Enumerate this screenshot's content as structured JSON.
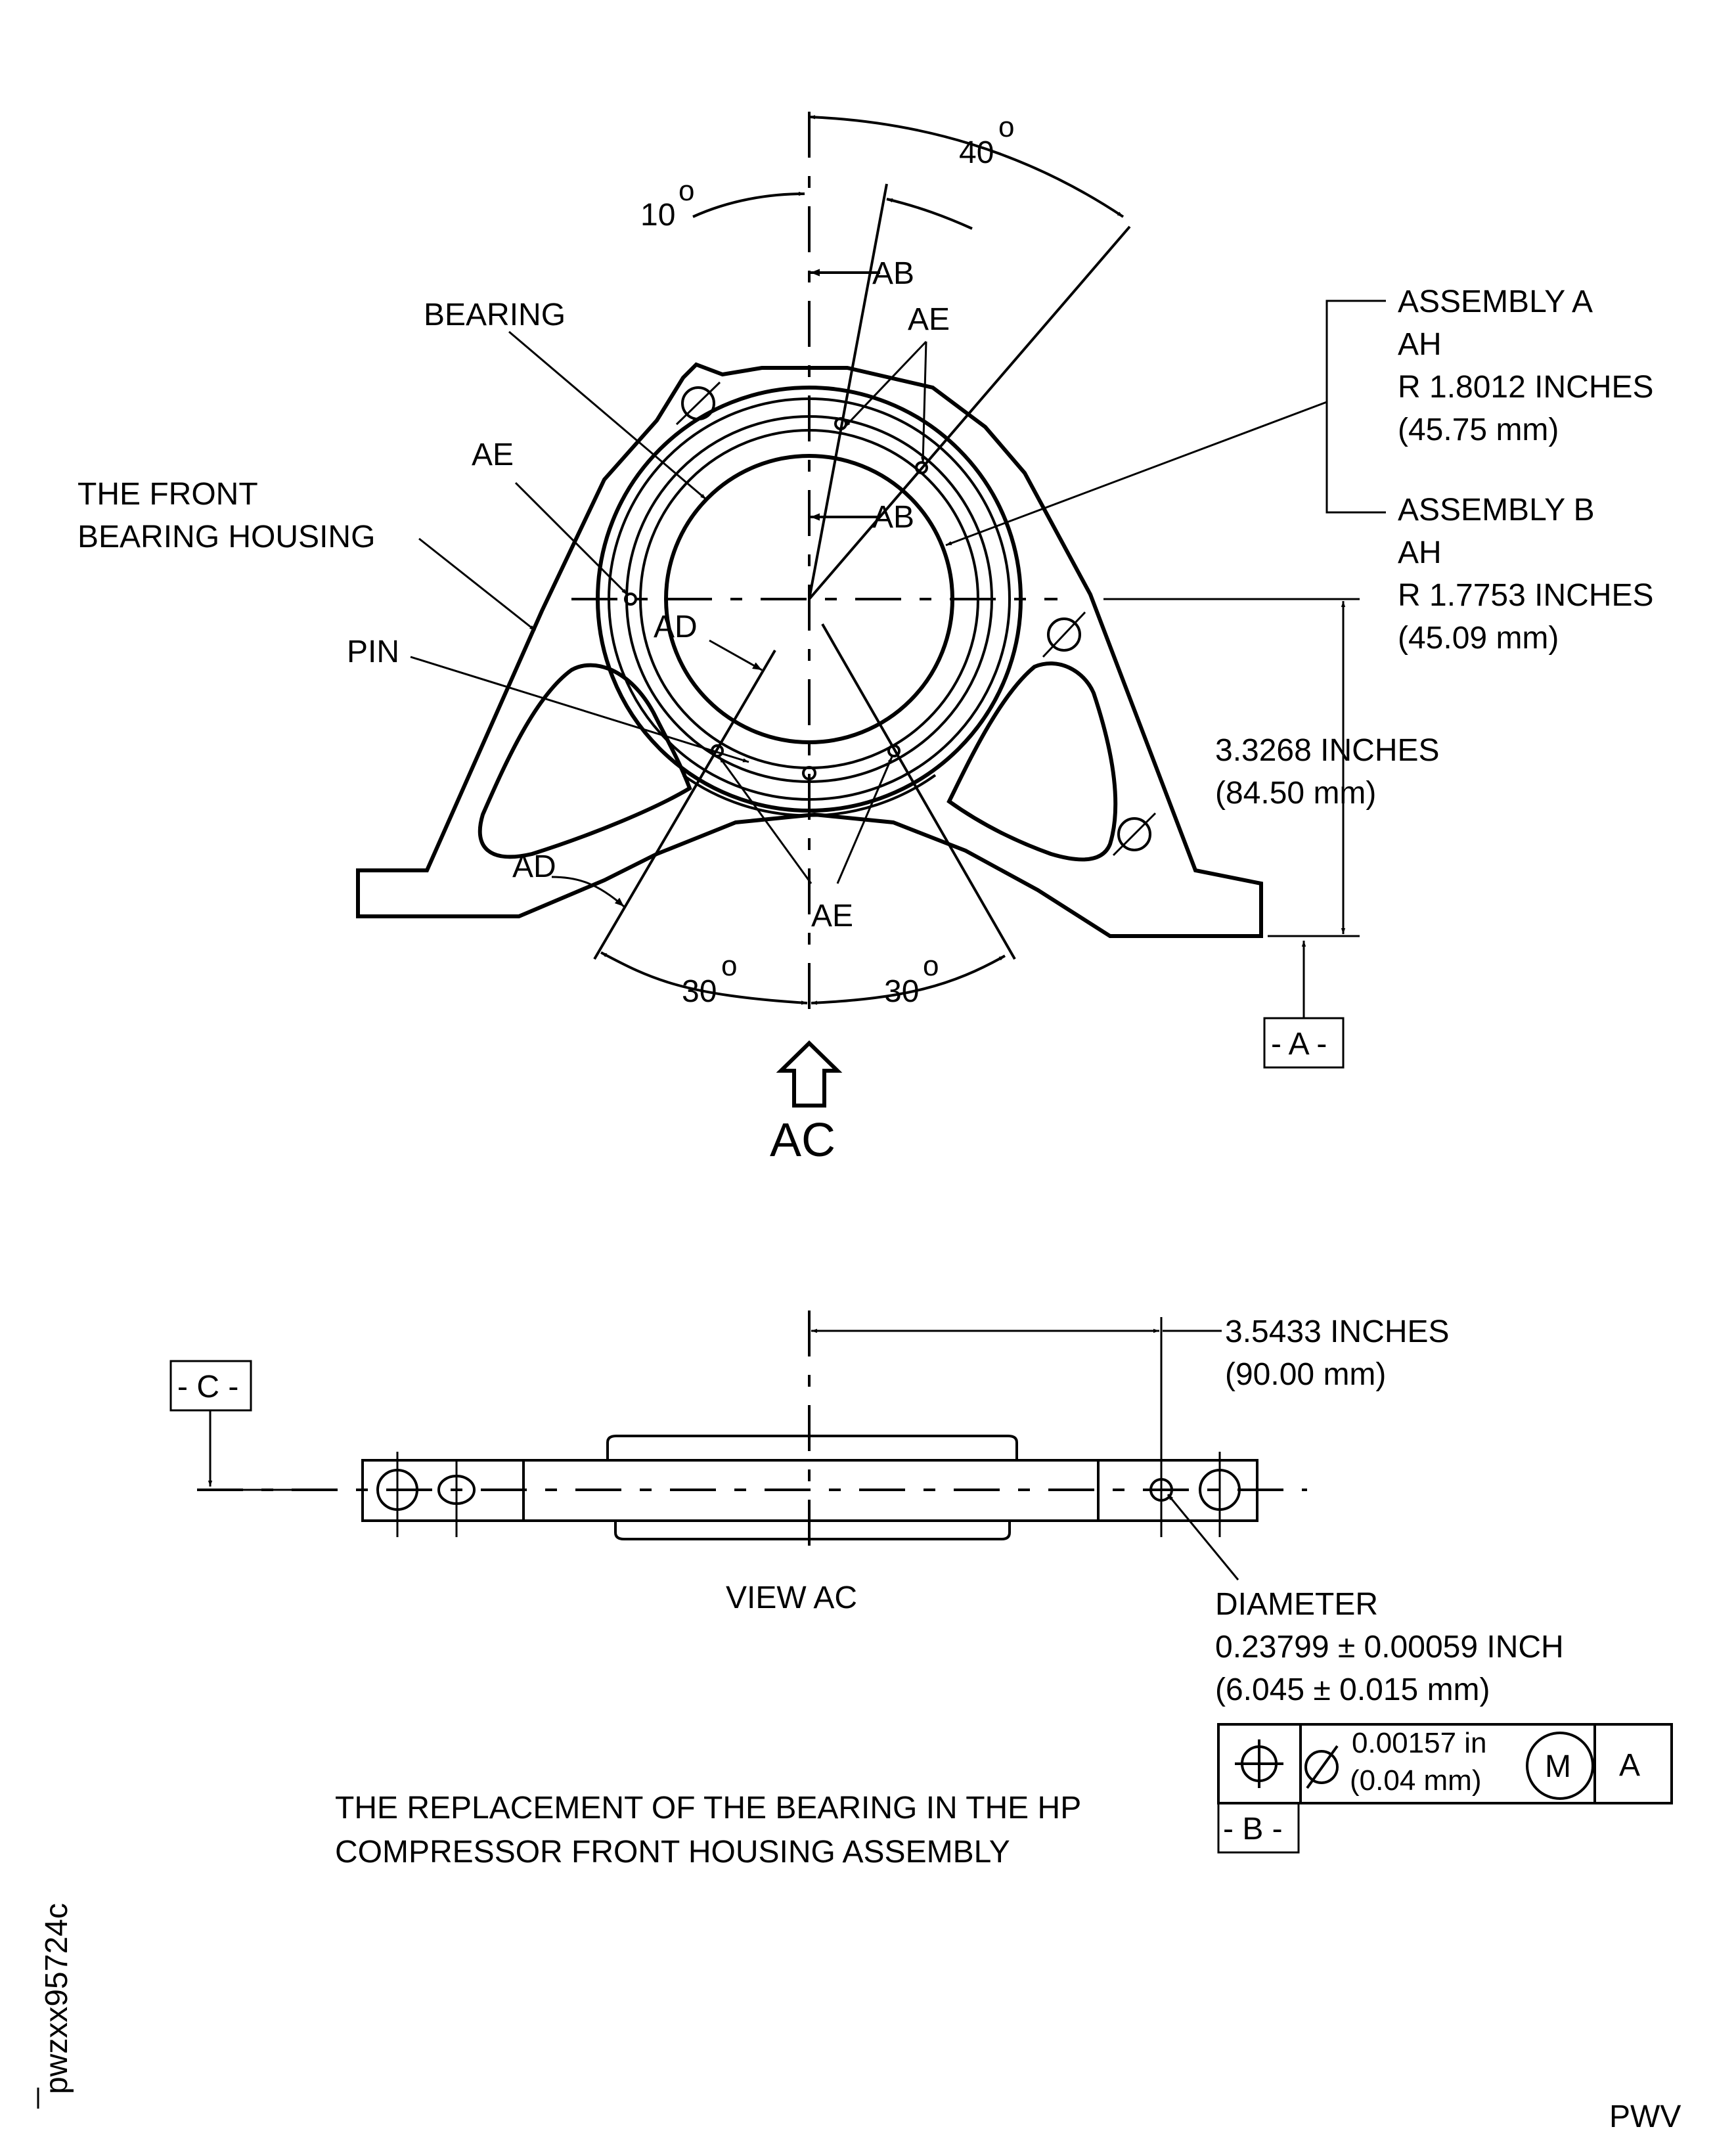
{
  "labels": {
    "angle_40": "40",
    "angle_10": "10",
    "angle_30_left": "30",
    "angle_30_right": "30",
    "degree_mark": "o",
    "ab_top": "AB",
    "ab_mid": "AB",
    "ae_top": "AE",
    "ae_left": "AE",
    "ae_bottom": "AE",
    "ad_center": "AD",
    "ad_lower": "AD",
    "bearing": "BEARING",
    "housing_line1": "THE FRONT",
    "housing_line2": "BEARING HOUSING",
    "pin": "PIN",
    "view_arrow": "AC",
    "view_caption": "VIEW AC"
  },
  "assembly_a": {
    "title": "ASSEMBLY A",
    "code": "AH",
    "radius": "R 1.8012 INCHES",
    "metric": "(45.75 mm)"
  },
  "assembly_b": {
    "title": "ASSEMBLY B",
    "code": "AH",
    "radius": "R 1.7753 INCHES",
    "metric": "(45.09 mm)"
  },
  "dim_height": {
    "inches": "3.3268 INCHES",
    "metric": "(84.50 mm)"
  },
  "dim_width": {
    "inches": "3.5433 INCHES",
    "metric": "(90.00 mm)"
  },
  "datums": {
    "a": "- A -",
    "b": "- B -",
    "c": "- C -"
  },
  "hole": {
    "label": "DIAMETER",
    "value": "0.23799  ± 0.00059 INCH",
    "metric": "(6.045 ± 0.015 mm)"
  },
  "tolerance_frame": {
    "tolerance": "0.00157 in",
    "tolerance_metric": "(0.04 mm)",
    "modifier": "M",
    "datum": "A"
  },
  "caption": {
    "line1": "THE REPLACEMENT OF THE BEARING IN THE HP",
    "line2": "COMPRESSOR FRONT HOUSING ASSEMBLY"
  },
  "figure_id": "pwzxx95724c",
  "footer_code": "PWV"
}
